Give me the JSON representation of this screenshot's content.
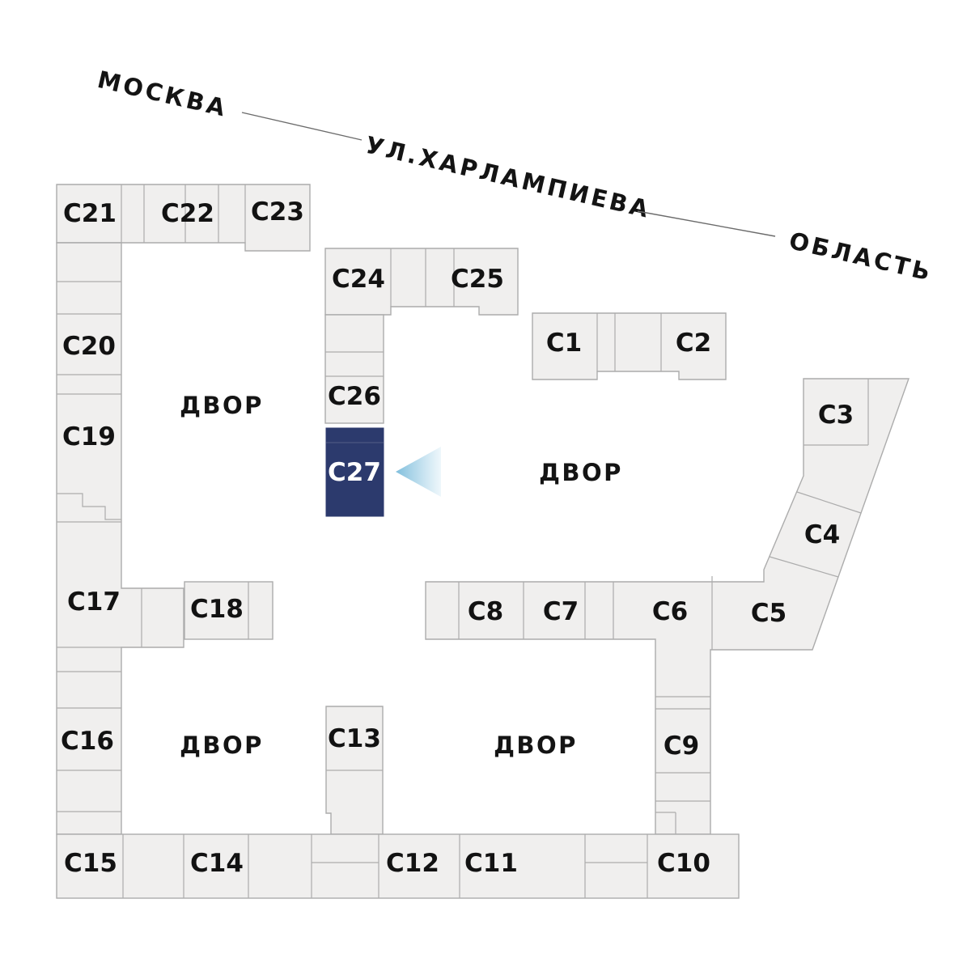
{
  "plan": {
    "labels": {
      "moscow": "МОСКВА",
      "street": "УЛ.ХАРЛАМПИЕВА",
      "oblast": "ОБЛАСТЬ",
      "courtyard": "ДВОР"
    },
    "buildings": {
      "c1": "С1",
      "c2": "С2",
      "c3": "С3",
      "c4": "С4",
      "c5": "С5",
      "c6": "С6",
      "c7": "С7",
      "c8": "С8",
      "c9": "С9",
      "c10": "С10",
      "c11": "С11",
      "c12": "С12",
      "c13": "С13",
      "c14": "С14",
      "c15": "С15",
      "c16": "С16",
      "c17": "С17",
      "c18": "С18",
      "c19": "С19",
      "c20": "С20",
      "c21": "С21",
      "c22": "С22",
      "c23": "С23",
      "c24": "С24",
      "c25": "С25",
      "c26": "С26",
      "c27": "С27"
    },
    "selected_building": "С27",
    "colors": {
      "background": "#FFFFFF",
      "building_fill": "#F0EFEE",
      "building_stroke": "#ACACAC",
      "selected_fill": "#2C3A6D",
      "selected_text": "#FFFFFF",
      "label_text": "#121212",
      "street_line": "#6B6B6B",
      "arrow_start": "#7FBEDC",
      "arrow_end": "#ECF6FB"
    }
  }
}
